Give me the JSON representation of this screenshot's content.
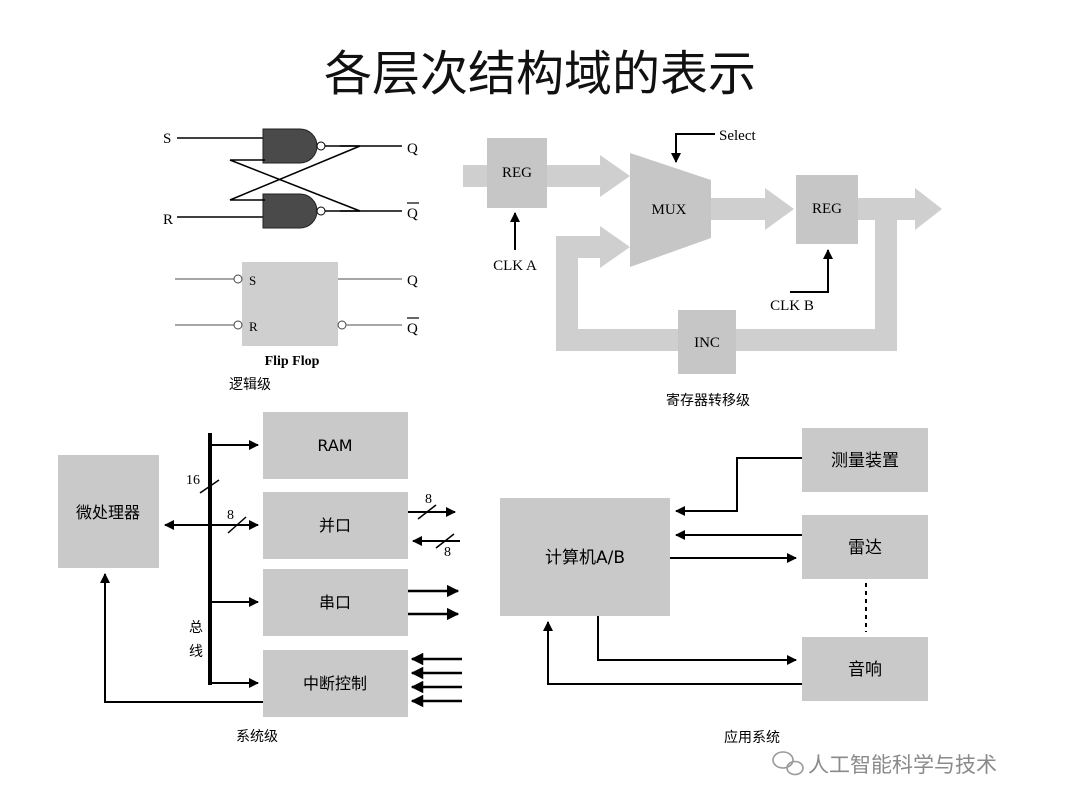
{
  "title": "各层次结构域的表示",
  "logic": {
    "caption": "逻辑级",
    "top_inputs": {
      "s": "S",
      "r": "R"
    },
    "top_outputs": {
      "q": "Q",
      "qbar": "Q"
    },
    "ff_inputs": {
      "s": "S",
      "r": "R"
    },
    "ff_outputs": {
      "q": "Q",
      "qbar": "Q"
    },
    "ff_label": "Flip Flop"
  },
  "rtl": {
    "caption": "寄存器转移级",
    "reg1": "REG",
    "reg2": "REG",
    "mux": "MUX",
    "inc": "INC",
    "select": "Select",
    "clk_a": "CLK A",
    "clk_b": "CLK B"
  },
  "system": {
    "caption": "系统级",
    "cpu": "微处理器",
    "ram": "RAM",
    "parallel": "并口",
    "serial": "串口",
    "interrupt": "中断控制",
    "bus_label": [
      "总",
      "线"
    ],
    "bus_width_16": "16",
    "bus_width_8": "8",
    "port_out_8": "8",
    "port_in_8": "8"
  },
  "app": {
    "caption": "应用系统",
    "computer": "计算机A/B",
    "measure": "测量装置",
    "radar": "雷达",
    "audio": "音响"
  },
  "watermark": "人工智能科学与技术",
  "colors": {
    "block": "#c9c9c9",
    "rtl_block": "#c6c6c6",
    "flow": "#cfcfcf",
    "line": "#000000"
  }
}
